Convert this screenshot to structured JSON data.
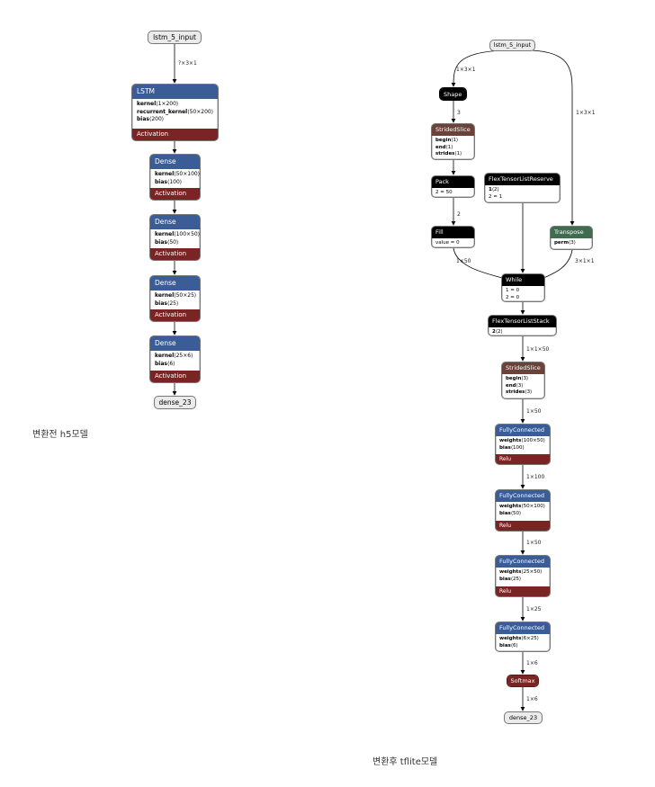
{
  "left_model": {
    "caption": "변환전 h5모델",
    "input_label": "lstm_5_input",
    "input_edge_label": "?×3×1",
    "lstm": {
      "title": "LSTM",
      "attrs": [
        {
          "name": "kernel",
          "value": "⟨1×200⟩"
        },
        {
          "name": "recurrent_kernel",
          "value": "⟨50×200⟩"
        },
        {
          "name": "bias",
          "value": "⟨200⟩"
        }
      ],
      "footer": "Activation"
    },
    "dense": [
      {
        "title": "Dense",
        "attrs": [
          {
            "name": "kernel",
            "value": "⟨50×100⟩"
          },
          {
            "name": "bias",
            "value": "⟨100⟩"
          }
        ],
        "footer": "Activation"
      },
      {
        "title": "Dense",
        "attrs": [
          {
            "name": "kernel",
            "value": "⟨100×50⟩"
          },
          {
            "name": "bias",
            "value": "⟨50⟩"
          }
        ],
        "footer": "Activation"
      },
      {
        "title": "Dense",
        "attrs": [
          {
            "name": "kernel",
            "value": "⟨50×25⟩"
          },
          {
            "name": "bias",
            "value": "⟨25⟩"
          }
        ],
        "footer": "Activation"
      },
      {
        "title": "Dense",
        "attrs": [
          {
            "name": "kernel",
            "value": "⟨25×6⟩"
          },
          {
            "name": "bias",
            "value": "⟨6⟩"
          }
        ],
        "footer": "Activation"
      }
    ],
    "output_label": "dense_23"
  },
  "right_model": {
    "caption": "변환후 tflite모델",
    "input_label": "lstm_5_input",
    "edge_labels": {
      "input_to_shape": "1×3×1",
      "input_to_transpose": "1×3×1",
      "shape_to_slice": "3",
      "pack_to_fill": "2",
      "fill_to_while": "1×50",
      "transpose_to_while": "3×1×1",
      "stack_to_slice": "1×1×50",
      "slice_to_fc1": "1×50",
      "fc1_to_fc2": "1×100",
      "fc2_to_fc3": "1×50",
      "fc3_to_fc4": "1×25",
      "fc4_to_softmax": "1×6",
      "softmax_to_output": "1×6"
    },
    "shape": {
      "title": "Shape"
    },
    "strided_slice_1": {
      "title": "StridedSlice",
      "attrs": [
        {
          "name": "begin",
          "value": "⟨1⟩"
        },
        {
          "name": "end",
          "value": "⟨1⟩"
        },
        {
          "name": "strides",
          "value": "⟨1⟩"
        }
      ]
    },
    "pack": {
      "title": "Pack",
      "attrs": [
        {
          "name": "",
          "value": "2 = 50"
        }
      ]
    },
    "fill": {
      "title": "Fill",
      "attrs": [
        {
          "name": "",
          "value": "value = 0"
        }
      ]
    },
    "flex_reserve": {
      "title": "FlexTensorListReserve",
      "attrs": [
        {
          "name": "1",
          "value": "⟨2⟩"
        },
        {
          "name": "",
          "value": "2 = 1"
        }
      ]
    },
    "transpose": {
      "title": "Transpose",
      "attrs": [
        {
          "name": "perm",
          "value": "⟨3⟩"
        }
      ]
    },
    "while": {
      "title": "While",
      "attrs": [
        {
          "name": "",
          "value": "1 = 0"
        },
        {
          "name": "",
          "value": "2 = 0"
        }
      ]
    },
    "flex_stack": {
      "title": "FlexTensorListStack",
      "attrs": [
        {
          "name": "2",
          "value": "⟨2⟩"
        }
      ]
    },
    "strided_slice_2": {
      "title": "StridedSlice",
      "attrs": [
        {
          "name": "begin",
          "value": "⟨3⟩"
        },
        {
          "name": "end",
          "value": "⟨3⟩"
        },
        {
          "name": "strides",
          "value": "⟨3⟩"
        }
      ]
    },
    "fully_connected": [
      {
        "title": "FullyConnected",
        "attrs": [
          {
            "name": "weights",
            "value": "⟨100×50⟩"
          },
          {
            "name": "bias",
            "value": "⟨100⟩"
          }
        ],
        "footer": "Relu"
      },
      {
        "title": "FullyConnected",
        "attrs": [
          {
            "name": "weights",
            "value": "⟨50×100⟩"
          },
          {
            "name": "bias",
            "value": "⟨50⟩"
          }
        ],
        "footer": "Relu"
      },
      {
        "title": "FullyConnected",
        "attrs": [
          {
            "name": "weights",
            "value": "⟨25×50⟩"
          },
          {
            "name": "bias",
            "value": "⟨25⟩"
          }
        ],
        "footer": "Relu"
      },
      {
        "title": "FullyConnected",
        "attrs": [
          {
            "name": "weights",
            "value": "⟨6×25⟩"
          },
          {
            "name": "bias",
            "value": "⟨6⟩"
          }
        ]
      }
    ],
    "softmax": {
      "title": "Softmax"
    },
    "output_label": "dense_23"
  },
  "colors": {
    "layer_blue": "#3a5d98",
    "activation_red": "#7a2424",
    "op_black": "#000000",
    "slice_brown": "#6b4139",
    "transpose_green": "#3f6b4e",
    "io_gray": "#ebebeb"
  }
}
